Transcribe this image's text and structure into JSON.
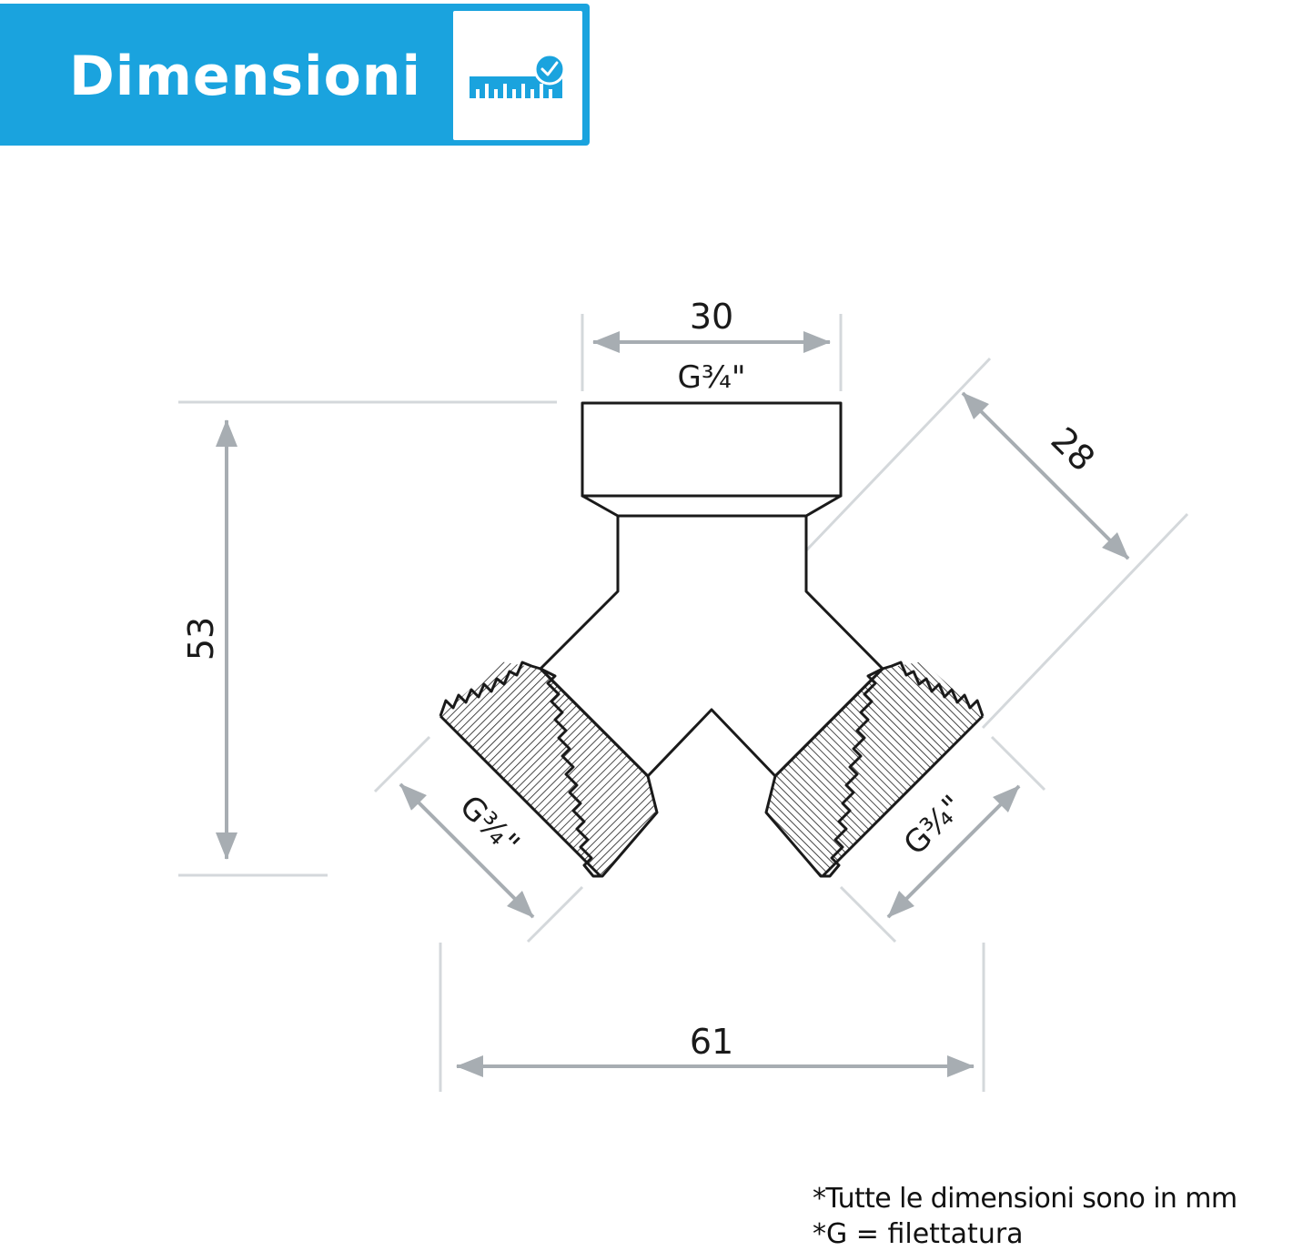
{
  "header": {
    "title": "Dimensioni",
    "icon": "ruler-check-icon",
    "color": "#1aa3de"
  },
  "dimensions": {
    "top_width": "30",
    "top_thread": "G¾\"",
    "height": "53",
    "outlet_length": "28",
    "total_width": "61",
    "left_thread": "G¾\"",
    "right_thread": "G¾\""
  },
  "notes": {
    "line1": "*Tutte le dimensioni sono in mm",
    "line2": "*G = filettatura"
  },
  "colors": {
    "dimension_line": "#a7adb2",
    "extension_line": "#d4d8db",
    "outline": "#1a1a1a"
  }
}
